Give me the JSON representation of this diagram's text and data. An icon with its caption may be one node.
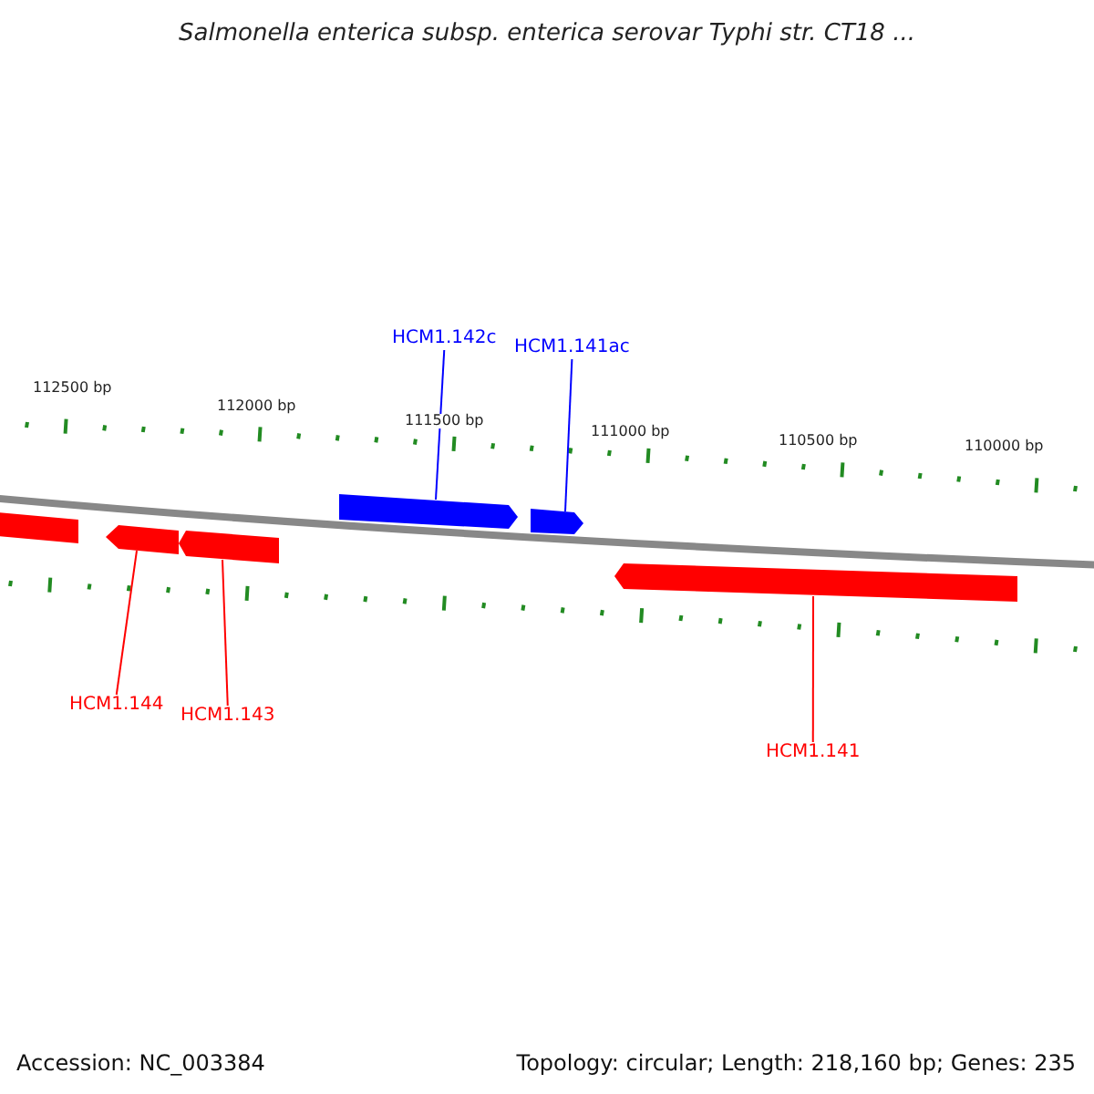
{
  "diagram": {
    "title": "Salmonella enterica subsp. enterica serovar Typhi str. CT18 ...",
    "nodes": [
      {
        "text": [
          "HCM1.142c"
        ]
      },
      {
        "text": [
          "HCM1.141ac"
        ]
      },
      {
        "text": [],
        "shape": "bar"
      },
      {
        "text": [],
        "shape": "bar"
      },
      {
        "text": [],
        "shape": "bar"
      },
      {
        "text": [],
        "shape": "bar"
      },
      {
        "text": [],
        "shape": "bar"
      },
      {
        "text": [],
        "shape": "bar"
      },
      {
        "text": [
          "HCM1.144"
        ]
      },
      {
        "text": [
          "HCM1.143"
        ]
      },
      {
        "text": [
          "HCM1.141"
        ]
      }
    ],
    "edges": [
      {
        "from": 0,
        "to": 5,
        "arrow": "none",
        "color": "#0000ff"
      },
      {
        "from": 1,
        "to": 6,
        "arrow": "none",
        "color": "#0000ff"
      },
      {
        "from": 8,
        "to": 3,
        "arrow": "none"
      },
      {
        "from": 9,
        "to": 4,
        "arrow": "none"
      },
      {
        "from": 10,
        "to": 7,
        "arrow": "none"
      }
    ],
    "labels": [
      "112500 bp",
      "112000 bp",
      "111500 bp",
      "111000 bp",
      "110500 bp",
      "110000 bp",
      "Accession: NC_003384",
      "Topology: circular; Length: 218,160 bp; Genes: 235"
    ]
  }
}
